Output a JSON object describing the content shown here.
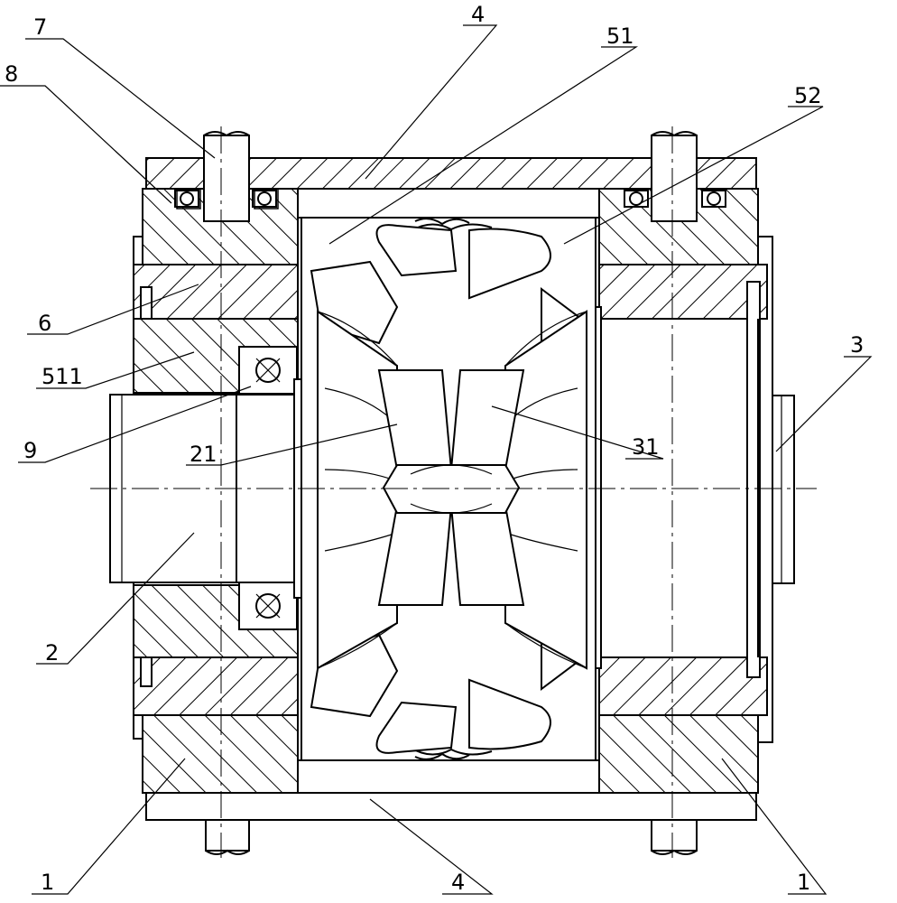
{
  "figure": {
    "labels": [
      {
        "id": "label-7",
        "text": "7"
      },
      {
        "id": "label-8",
        "text": "8"
      },
      {
        "id": "label-4-top",
        "text": "4"
      },
      {
        "id": "label-51",
        "text": "51"
      },
      {
        "id": "label-52",
        "text": "52"
      },
      {
        "id": "label-6",
        "text": "6"
      },
      {
        "id": "label-511",
        "text": "511"
      },
      {
        "id": "label-9",
        "text": "9"
      },
      {
        "id": "label-21",
        "text": "21"
      },
      {
        "id": "label-31",
        "text": "31"
      },
      {
        "id": "label-3",
        "text": "3"
      },
      {
        "id": "label-2",
        "text": "2"
      },
      {
        "id": "label-1-left",
        "text": "1"
      },
      {
        "id": "label-4-bottom",
        "text": "4"
      },
      {
        "id": "label-1-right",
        "text": "1"
      }
    ]
  }
}
